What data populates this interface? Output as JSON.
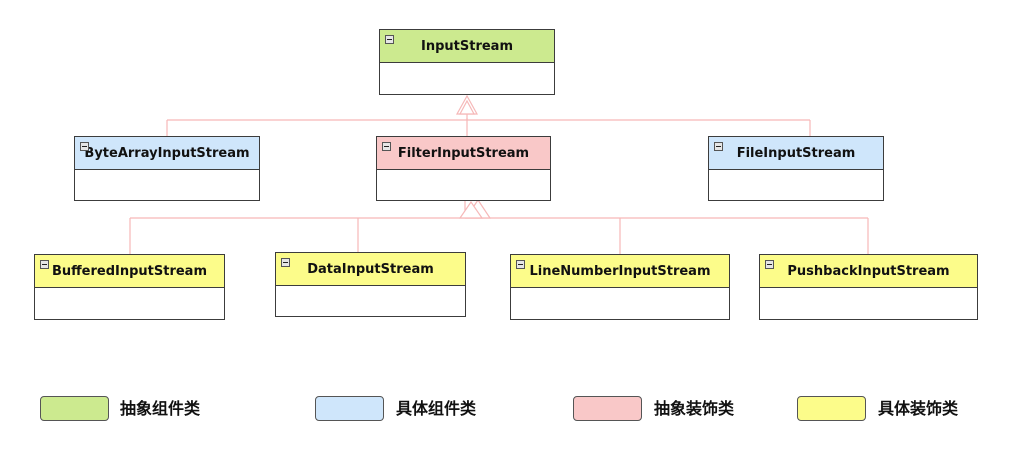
{
  "classes": {
    "input_stream": {
      "name": "InputStream",
      "role": "abstract_component"
    },
    "byte_array_input_stream": {
      "name": "ByteArrayInputStream",
      "role": "concrete_component"
    },
    "filter_input_stream": {
      "name": "FilterInputStream",
      "role": "abstract_decorator"
    },
    "file_input_stream": {
      "name": "FileInputStream",
      "role": "concrete_component"
    },
    "buffered_input_stream": {
      "name": "BufferedInputStream",
      "role": "concrete_decorator"
    },
    "data_input_stream": {
      "name": "DataInputStream",
      "role": "concrete_decorator"
    },
    "line_number_input_stream": {
      "name": "LineNumberInputStream",
      "role": "concrete_decorator"
    },
    "pushback_input_stream": {
      "name": "PushbackInputStream",
      "role": "concrete_decorator"
    }
  },
  "relations": [
    {
      "type": "generalization",
      "parent": "InputStream",
      "children": [
        "ByteArrayInputStream",
        "FilterInputStream",
        "FileInputStream"
      ]
    },
    {
      "type": "generalization",
      "parent": "FilterInputStream",
      "children": [
        "BufferedInputStream",
        "DataInputStream",
        "LineNumberInputStream",
        "PushbackInputStream"
      ]
    }
  ],
  "legend": [
    {
      "label": "抽象组件类",
      "color": "#ccea8f"
    },
    {
      "label": "具体组件类",
      "color": "#cfe6fb"
    },
    {
      "label": "抽象装饰类",
      "color": "#f9c8c8"
    },
    {
      "label": "具体装饰类",
      "color": "#fcfc8a"
    }
  ],
  "colors": {
    "abstract_component": "#ccea8f",
    "concrete_component": "#cfe6fb",
    "abstract_decorator": "#f9c8c8",
    "concrete_decorator": "#fcfc8a",
    "connector": "#f6b8b8",
    "border": "#3c3c3c"
  },
  "icons": {
    "collapse": "collapse-icon",
    "inheritance_arrow": "hollow-triangle-arrow"
  }
}
